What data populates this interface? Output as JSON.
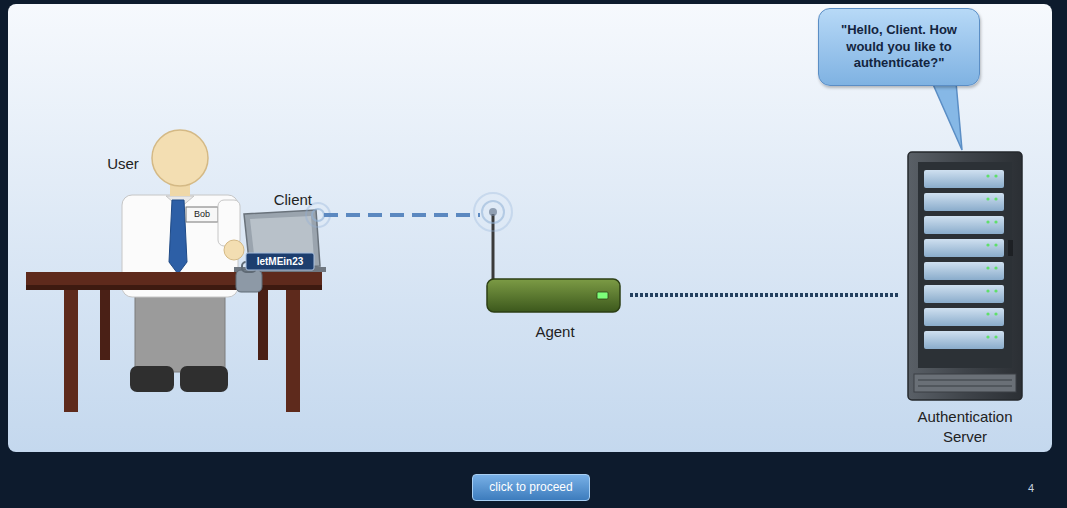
{
  "diagram": {
    "nodes": [
      {
        "text": [
          "\"Hello, Client. How would you like to authenticate?\""
        ]
      },
      {
        "text": [
          "Client"
        ]
      },
      {
        "text": [
          "Agent"
        ]
      },
      {
        "text": [
          "Authentication Server"
        ]
      },
      {
        "text": [
          "click to proceed"
        ]
      }
    ],
    "edges": [
      {
        "from": 1,
        "to": 2,
        "arrow": "none"
      },
      {
        "from": 2,
        "to": 3,
        "arrow": "none"
      }
    ],
    "labels": [
      "User",
      "Bob",
      "letMEin23",
      "4"
    ]
  }
}
